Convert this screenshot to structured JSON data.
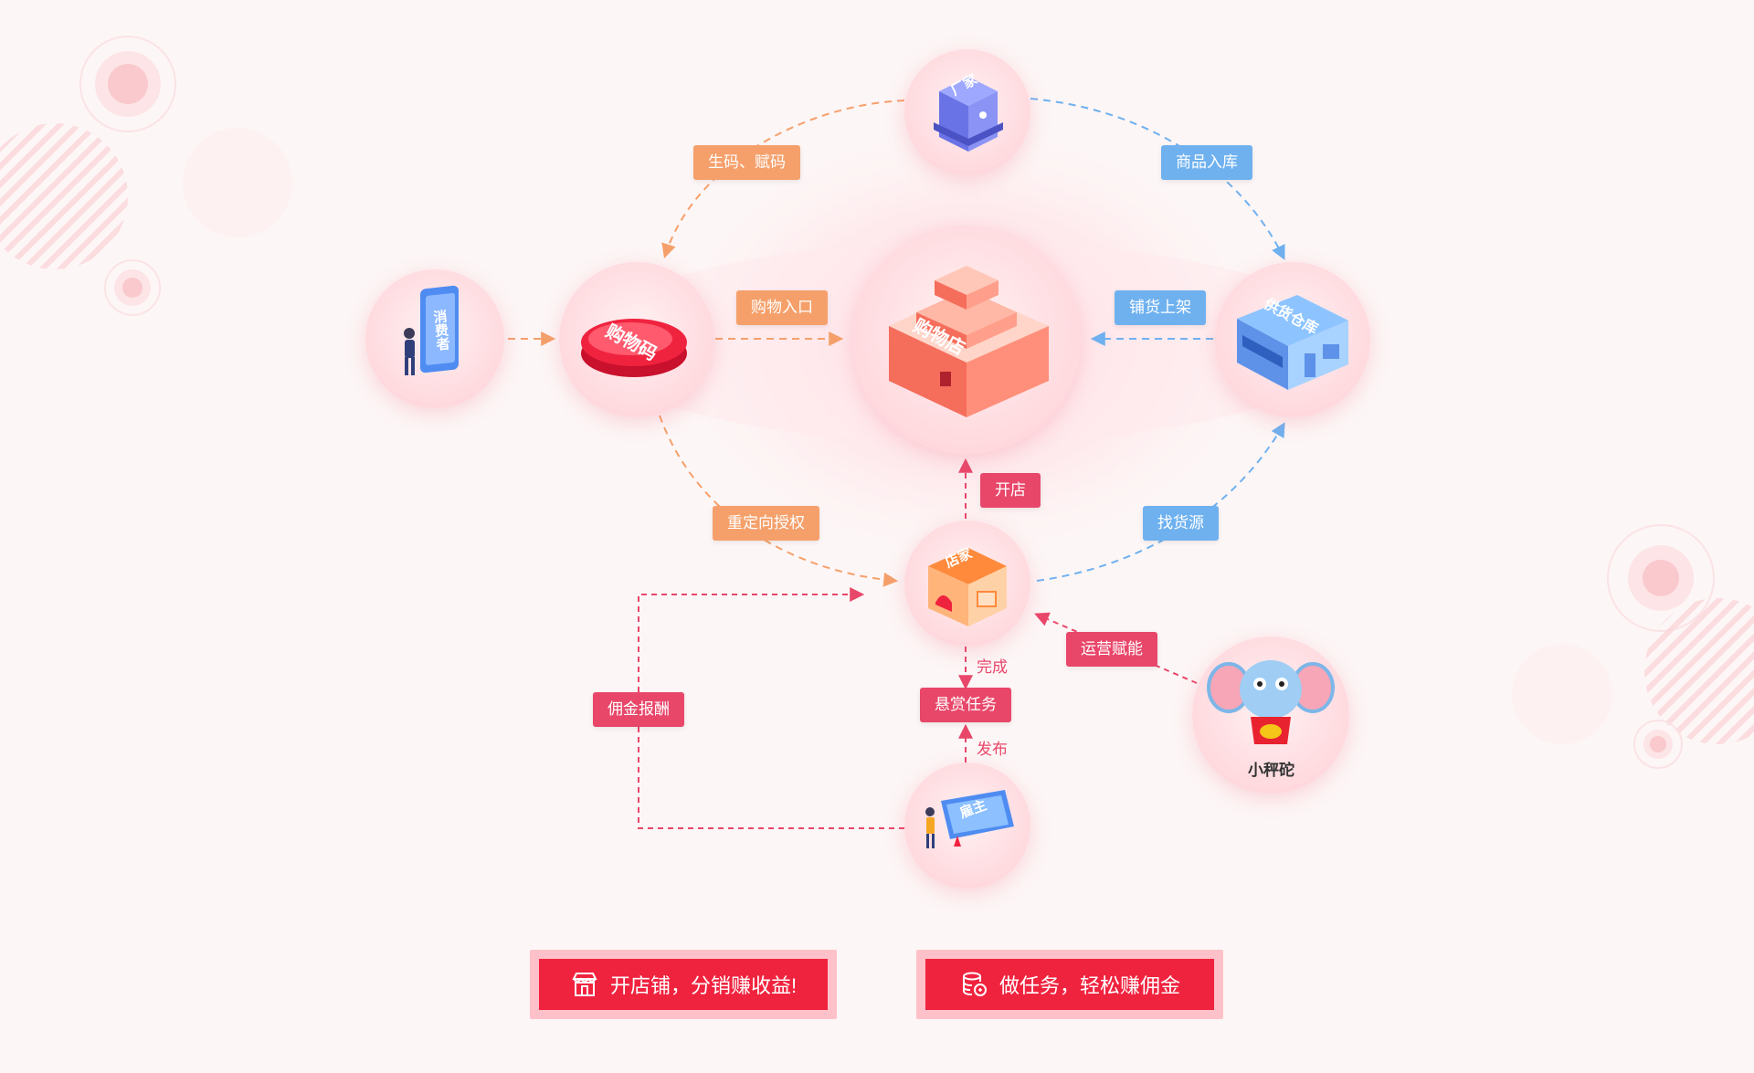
{
  "nodes": {
    "center_label": "购物店",
    "factory_label": "厂家",
    "warehouse_label": "供货仓库",
    "code_label": "购物码",
    "consumer_label": "消费者",
    "merchant_label": "店家",
    "employer_label": "雇主",
    "mascot_label": "小秤砣"
  },
  "edges": {
    "gen_code": "生码、赋码",
    "goods_in": "商品入库",
    "shop_entry": "购物入口",
    "stock_shelf": "铺货上架",
    "open_shop": "开店",
    "redirect_auth": "重定向授权",
    "find_supply": "找货源",
    "ops_empower": "运营赋能",
    "complete": "完成",
    "bounty_task": "悬赏任务",
    "publish": "发布",
    "commission": "佣金报酬"
  },
  "cta": {
    "left": "开店铺，分销赚收益!",
    "right": "做任务，轻松赚佣金"
  },
  "colors": {
    "orange": "#f5a06b",
    "blue": "#6fb1ef",
    "red": "#e8476a",
    "cta": "#f0233f"
  }
}
